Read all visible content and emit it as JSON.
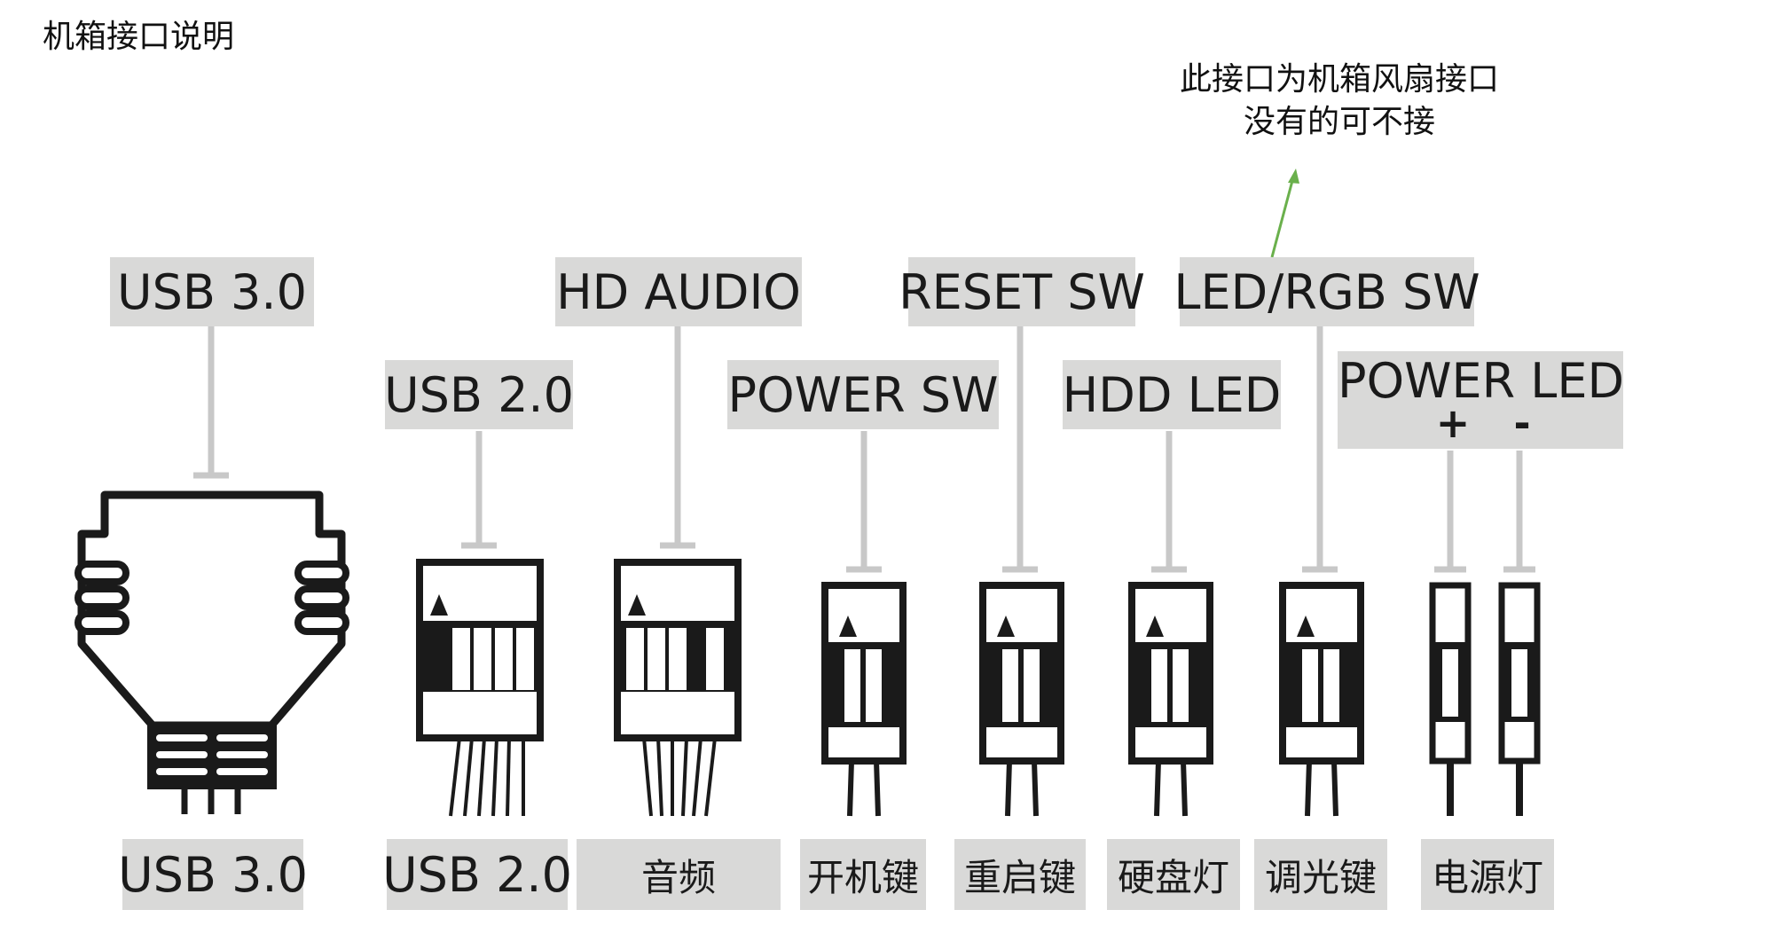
{
  "title": "机箱接口说明",
  "note": {
    "line1": "此接口为机箱风扇接口",
    "line2": "没有的可不接"
  },
  "top_labels": {
    "usb3": "USB 3.0",
    "usb2": "USB 2.0",
    "hd_audio": "HD AUDIO",
    "power_sw": "POWER SW",
    "reset_sw": "RESET SW",
    "hdd_led": "HDD LED",
    "led_rgb_sw": "LED/RGB SW",
    "power_led": "POWER LED",
    "power_led_plus": "+",
    "power_led_minus": "-"
  },
  "bottom_labels": {
    "usb3": "USB 3.0",
    "usb2": "USB 2.0",
    "audio": "音频",
    "power_key": "开机键",
    "reset_key": "重启键",
    "hdd_light": "硬盘灯",
    "dimmer_key": "调光键",
    "power_light": "电源灯"
  },
  "colors": {
    "label_bg": "#d9d9d8",
    "leader_line": "#c8c8c8",
    "connector": "#1a1a1a",
    "arrow": "#6ab04c"
  }
}
